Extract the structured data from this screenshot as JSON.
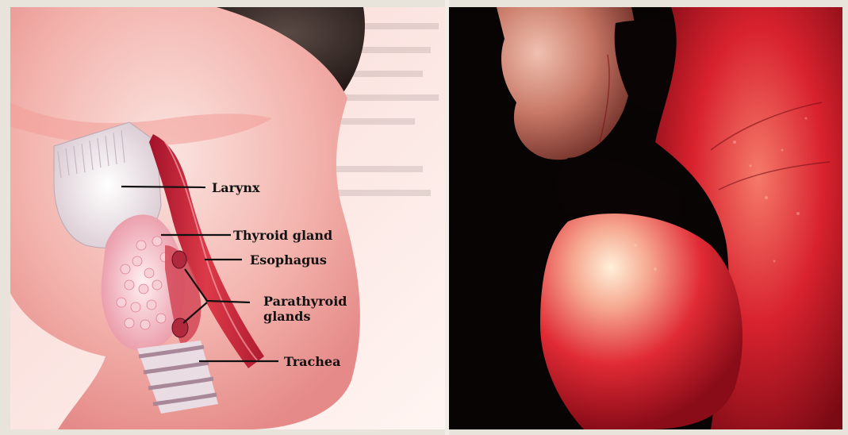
{
  "labels": {
    "larynx": "Larynx",
    "thyroid_gland": "Thyroid gland",
    "esophagus": "Esophagus",
    "parathyroid_line1": "Parathyroid",
    "parathyroid_line2": "glands",
    "trachea": "Trachea"
  },
  "colors": {
    "skin": "#f3b8b0",
    "muscle": "#c8283a",
    "thyroid": "#f0c8cc",
    "background_left": "#fbeee8",
    "background_right": "#080404",
    "photo_skin": "#d21c2a"
  }
}
